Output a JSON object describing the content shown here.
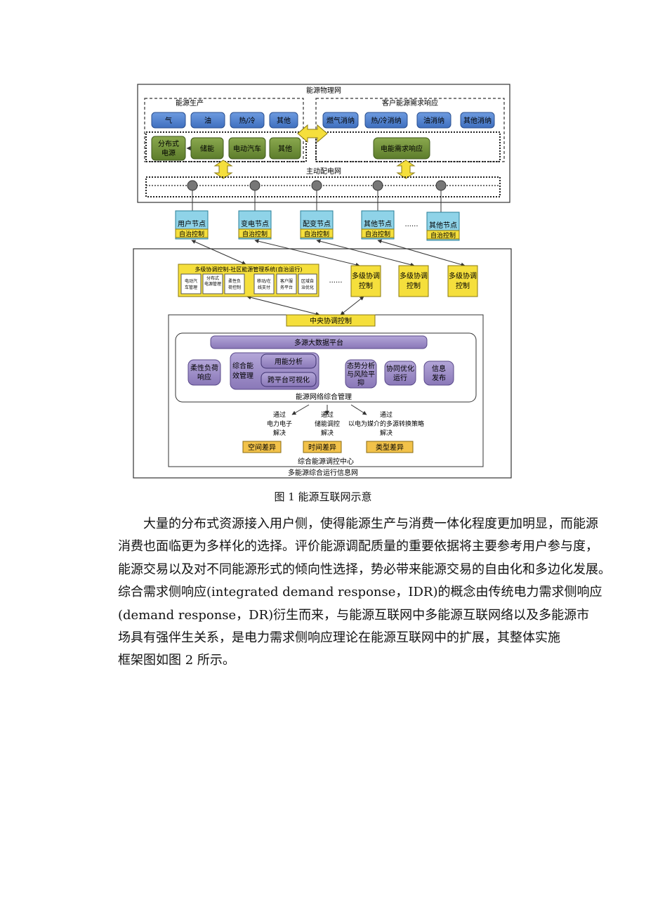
{
  "figure": {
    "physical_net": "能源物理网",
    "production": "能源生产",
    "demand_response_top": "客户能源需求响应",
    "prod_items": [
      "气",
      "油",
      "热/冷",
      "其他"
    ],
    "demand_items": [
      "燃气消纳",
      "热/冷消纳",
      "油消纳",
      "其他消纳"
    ],
    "dist_items": [
      "分布式\n电源",
      "储能",
      "电动汽车",
      "其他"
    ],
    "elec_demand": "电能需求响应",
    "active_grid": "主动配电网",
    "nodes": [
      "用户节点",
      "变电节点",
      "配变节点",
      "其他节点",
      "其他节点"
    ],
    "autonomy": "自治控制",
    "ellipsis": "......",
    "community_title": "多级协调控制-社区能源管理系统(自治运行)",
    "community_items": [
      "电动汽\n车管理",
      "分布式\n电源管理",
      "柔性负\n荷控制",
      "移动/在\n线支付",
      "客户服\n务平台",
      "区域自\n治优化"
    ],
    "multilevel": "多级协调\n控制",
    "central": "中央协调控制",
    "bigdata": "多源大数据平台",
    "flex_load": "柔性负荷\n响应",
    "efficiency": "综合能\n效管理",
    "usage_analysis": "用能分析",
    "cross_platform": "跨平台可视化",
    "situation": "态势分析\n与风险平\n抑",
    "coop_opt": "协同优化\n运行",
    "info_pub": "信息\n发布",
    "net_mgmt": "能源网络综合管理",
    "via1": "通过\n电力电子\n解决",
    "via2": "通过\n储能调控\n解决",
    "via3": "通过\n以电为媒介的多源转换策略\n解决",
    "diff1": "空间差异",
    "diff2": "时间差异",
    "diff3": "类型差异",
    "dispatch_center": "综合能源调控中心",
    "info_net": "多能源综合运行信息网"
  },
  "caption": "图 1  能源互联网示意",
  "paragraph": [
    "大量的分布式资源接入用户侧，使得能源生产与消费一体化程度更加明显，而能源",
    "消费也面临更为多样化的选择。评价能源调配质量的重要依据将主要参考用户参与度，",
    "能源交易以及对不同能源形式的倾向性选择，势必带来能源交易的自由化和多边化发展。",
    "综合需求侧响应(integrated demand response，IDR)的概念由传统电力需求侧响应",
    "(demand response，DR)衍生而来，与能源互联网中多能源互联网络以及多能源市",
    "场具有强伴生关系，是电力需求侧响应理论在能源互联网中的扩展，其整体实施",
    "框架图如图 2 所示。"
  ],
  "colors": {
    "blue_box": "#4a7fd0",
    "green_box": "#6f8f3a",
    "cyan_node": "#8fd3e8",
    "yellow": "#f5df3c",
    "purple": "#9b8ac4",
    "orange": "#f2c24a"
  }
}
